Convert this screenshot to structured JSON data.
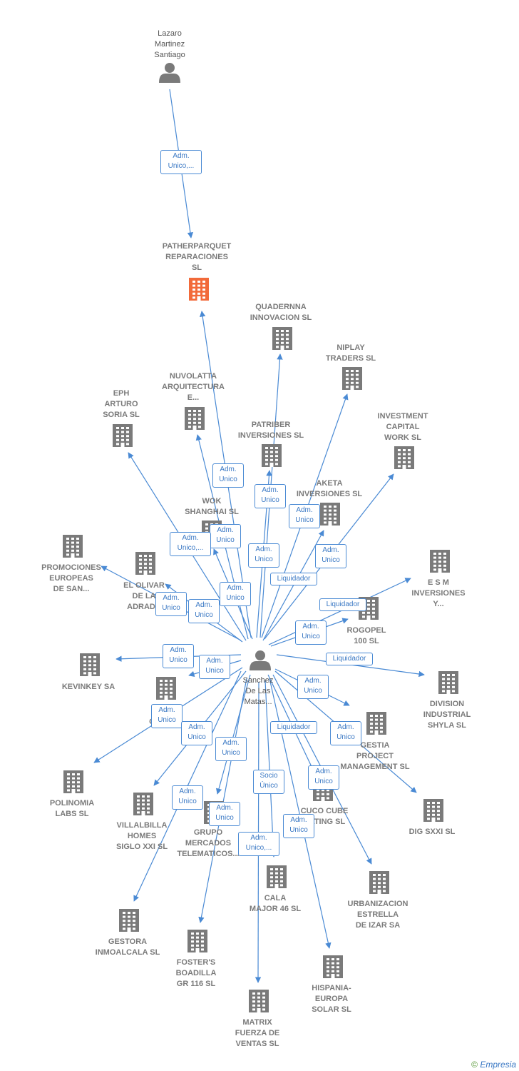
{
  "colors": {
    "edge": "#4a8ad4",
    "company_icon": "#7a7a7a",
    "highlight_company_icon": "#f26a3a",
    "person_icon": "#7a7a7a"
  },
  "nodes": [
    {
      "id": "lazaro",
      "type": "person",
      "label": "Lazaro\nMartinez\nSantiago",
      "icon": "person-icon"
    },
    {
      "id": "patherparquet",
      "type": "company",
      "highlight": true,
      "label": "PATHERPARQUET\nREPARACIONES\nSL",
      "icon": "building-icon"
    },
    {
      "id": "quadernna",
      "type": "company",
      "label": "QUADERNNA\nINNOVACION SL",
      "icon": "building-icon"
    },
    {
      "id": "niplay",
      "type": "company",
      "label": "NIPLAY\nTRADERS SL",
      "icon": "building-icon"
    },
    {
      "id": "nuvolatta",
      "type": "company",
      "label": "NUVOLATTA\nARQUITECTURA\nE...",
      "icon": "building-icon"
    },
    {
      "id": "eph",
      "type": "company",
      "label": "EPH\nARTURO\nSORIA  SL",
      "icon": "building-icon"
    },
    {
      "id": "patriber",
      "type": "company",
      "label": "PATRIBER\nINVERSIONES SL",
      "icon": "building-icon"
    },
    {
      "id": "investment",
      "type": "company",
      "label": "INVESTMENT\nCAPITAL\nWORK SL",
      "icon": "building-icon"
    },
    {
      "id": "aketa",
      "type": "company",
      "label": "AKETA\nINVERSIONES SL",
      "icon": "building-icon"
    },
    {
      "id": "wok",
      "type": "company",
      "label": "WOK\nSHANGHAI SL",
      "icon": "building-icon"
    },
    {
      "id": "promociones",
      "type": "company",
      "label": "PROMOCIONES\nEUROPEAS\nDE SAN...",
      "icon": "building-icon"
    },
    {
      "id": "olivar",
      "type": "company",
      "label": "EL OLIVAR\nDE LA\nADRADA",
      "icon": "building-icon"
    },
    {
      "id": "esm",
      "type": "company",
      "label": "E S M\nINVERSIONES\nY...",
      "icon": "building-icon"
    },
    {
      "id": "rogopel",
      "type": "company",
      "label": "ROGOPEL\n100 SL",
      "icon": "building-icon"
    },
    {
      "id": "kevinkey",
      "type": "company",
      "label": "KEVINKEY SA",
      "icon": "building-icon"
    },
    {
      "id": "center",
      "type": "person",
      "label": "Sanchez\nDe Las\nMatas...",
      "icon": "person-icon"
    },
    {
      "id": "division",
      "type": "company",
      "label": "DIVISION\nINDUSTRIAL\nSHYLA  SL",
      "icon": "building-icon"
    },
    {
      "id": "ga",
      "type": "company",
      "label": "GA...",
      "icon": "building-icon"
    },
    {
      "id": "gestia",
      "type": "company",
      "label": "GESTIA\nPROJECT\nMANAGEMENT SL",
      "icon": "building-icon"
    },
    {
      "id": "polinomia",
      "type": "company",
      "label": "POLINOMIA\nLABS  SL",
      "icon": "building-icon"
    },
    {
      "id": "villalbilla",
      "type": "company",
      "label": "VILLALBILLA\nHOMES\nSIGLO XXI  SL",
      "icon": "building-icon"
    },
    {
      "id": "grupo",
      "type": "company",
      "label": "GRUPO\nMERCADOS\nTELEMATICOS...",
      "icon": "building-icon"
    },
    {
      "id": "cuco",
      "type": "company",
      "label": "CUCO CUBE\n...LTING SL",
      "icon": "building-icon"
    },
    {
      "id": "dig",
      "type": "company",
      "label": "DIG SXXI  SL",
      "icon": "building-icon"
    },
    {
      "id": "cala",
      "type": "company",
      "label": "CALA\nMAJOR 46  SL",
      "icon": "building-icon"
    },
    {
      "id": "urbanizacion",
      "type": "company",
      "label": "URBANIZACION\nESTRELLA\nDE IZAR SA",
      "icon": "building-icon"
    },
    {
      "id": "gestora",
      "type": "company",
      "label": "GESTORA\nINMOALCALA SL",
      "icon": "building-icon"
    },
    {
      "id": "fosters",
      "type": "company",
      "label": "FOSTER'S\nBOADILLA\nGR 116  SL",
      "icon": "building-icon"
    },
    {
      "id": "hispania",
      "type": "company",
      "label": "HISPANIA-\nEUROPA\nSOLAR SL",
      "icon": "building-icon"
    },
    {
      "id": "matrix",
      "type": "company",
      "label": "MATRIX\nFUERZA DE\nVENTAS SL",
      "icon": "building-icon"
    }
  ],
  "edges": [
    {
      "from": "lazaro",
      "to": "patherparquet",
      "label": "Adm.\nUnico,..."
    },
    {
      "from": "center",
      "to": "patherparquet",
      "label": "Adm.\nUnico"
    },
    {
      "from": "center",
      "to": "quadernna",
      "label": "Adm.\nUnico"
    },
    {
      "from": "center",
      "to": "niplay",
      "label": "Adm.\nUnico"
    },
    {
      "from": "center",
      "to": "nuvolatta",
      "label": "Adm.\nUnico"
    },
    {
      "from": "center",
      "to": "eph",
      "label": "Adm.\nUnico,..."
    },
    {
      "from": "center",
      "to": "patriber",
      "label": "Adm.\nUnico"
    },
    {
      "from": "center",
      "to": "investment",
      "label": "Adm.\nUnico"
    },
    {
      "from": "center",
      "to": "aketa",
      "label": "Liquidador"
    },
    {
      "from": "center",
      "to": "wok",
      "label": "Adm.\nUnico"
    },
    {
      "from": "center",
      "to": "promociones",
      "label": "Adm.\nUnico"
    },
    {
      "from": "center",
      "to": "olivar",
      "label": "Adm.\nUnico"
    },
    {
      "from": "center",
      "to": "esm",
      "label": "Liquidador"
    },
    {
      "from": "center",
      "to": "rogopel",
      "label": "Adm.\nUnico"
    },
    {
      "from": "center",
      "to": "kevinkey",
      "label": "Adm.\nUnico"
    },
    {
      "from": "center",
      "to": "ga",
      "label": "Adm.\nUnico"
    },
    {
      "from": "center",
      "to": "division",
      "label": "Liquidador"
    },
    {
      "from": "center",
      "to": "gestia",
      "label": "Adm.\nUnico"
    },
    {
      "from": "center",
      "to": "dig",
      "label": "Adm.\nUnico"
    },
    {
      "from": "center",
      "to": "polinomia",
      "label": "Adm.\nUnico"
    },
    {
      "from": "center",
      "to": "villalbilla",
      "label": "Adm.\nUnico"
    },
    {
      "from": "center",
      "to": "grupo",
      "label": "Adm.\nUnico"
    },
    {
      "from": "center",
      "to": "cuco",
      "label": "Liquidador"
    },
    {
      "from": "center",
      "to": "urbanizacion",
      "label": "Adm.\nUnico"
    },
    {
      "from": "center",
      "to": "cala",
      "label": "Socio\nÚnico"
    },
    {
      "from": "center",
      "to": "gestora",
      "label": "Adm.\nUnico"
    },
    {
      "from": "center",
      "to": "fosters",
      "label": "Adm.\nUnico"
    },
    {
      "from": "center",
      "to": "hispania",
      "label": "Adm.\nUnico"
    },
    {
      "from": "center",
      "to": "matrix",
      "label": "Adm.\nUnico,..."
    }
  ],
  "footer": {
    "copyright": "©",
    "brand": "Empresia"
  }
}
